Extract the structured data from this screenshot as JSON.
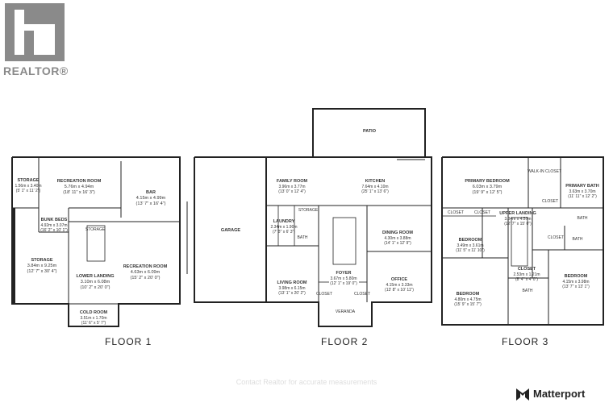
{
  "brand": {
    "realtor": "REALTOR®",
    "matterport": "Matterport"
  },
  "floors": {
    "f1": "FLOOR 1",
    "f2": "FLOOR 2",
    "f3": "FLOOR 3"
  },
  "watermark": "Contact Realtor for accurate measurements",
  "rooms": {
    "rec1_name": "RECREATION ROOM",
    "rec1_dim": "5.76m x 4.94m",
    "rec1_ft": "(18' 11\" x 16' 3\")",
    "storage_s_name": "STORAGE",
    "storage_s_dim": "1.56m x 3.40m",
    "storage_s_ft": "(5' 1\" x 11' 2\")",
    "bar_name": "BAR",
    "bar_dim": "4.15m x 4.99m",
    "bar_ft": "(13' 7\" x 16' 4\")",
    "bunk_name": "BUNK BEDS",
    "bunk_dim": "4.92m x 3.07m",
    "bunk_ft": "(16' 2\" x 10' 1\")",
    "storage_tiny": "STORAGE",
    "storage_b_name": "STORAGE",
    "storage_b_dim": "3.84m x 9.25m",
    "storage_b_ft": "(12' 7\" x 30' 4\")",
    "landing_name": "LOWER LANDING",
    "landing_dim": "3.10m x 6.08m",
    "landing_ft": "(10' 2\" x 20' 0\")",
    "rec2_name": "RECREATION ROOM",
    "rec2_dim": "4.63m x 6.09m",
    "rec2_ft": "(15' 2\" x 20' 0\")",
    "cold_name": "COLD ROOM",
    "cold_dim": "3.51m x 1.70m",
    "cold_ft": "(11' 6\" x 5' 7\")",
    "garage": "GARAGE",
    "patio": "PATIO",
    "family_name": "FAMILY ROOM",
    "family_dim": "3.96m x 3.77m",
    "family_ft": "(13' 0\" x 12' 4\")",
    "kitchen_name": "KITCHEN",
    "kitchen_dim": "7.64m x 4.10m",
    "kitchen_ft": "(25' 1\" x 13' 6\")",
    "laundry_name": "LAUNDRY",
    "laundry_dim": "2.34m x 1.90m",
    "laundry_ft": "(7' 8\" x 6' 3\")",
    "storage2": "STORAGE",
    "bath2": "BATH",
    "foyer_name": "FOYER",
    "foyer_dim": "3.67m x 5.80m",
    "foyer_ft": "(12' 1\" x 19' 0\")",
    "dining_name": "DINING ROOM",
    "dining_dim": "4.30m x 3.88m",
    "dining_ft": "(14' 1\" x 12' 9\")",
    "living_name": "LIVING ROOM",
    "living_dim": "3.98m x 6.15m",
    "living_ft": "(13' 1\" x 20' 2\")",
    "office_name": "OFFICE",
    "office_dim": "4.15m x 3.33m",
    "office_ft": "(13' 8\" x 10' 11\")",
    "closet_v1": "CLOSET",
    "closet_v2": "CLOSET",
    "veranda": "VERANDA",
    "primary_name": "PRIMARY BEDROOM",
    "primary_dim": "6.03m x 3.79m",
    "primary_ft": "(19' 9\" x 12' 5\")",
    "walkin": "WALK-IN CLOSET",
    "pbath_name": "PRIMARY BATH",
    "pbath_dim": "3.63m x 3.70m",
    "pbath_ft": "(11' 11\" x 12' 2\")",
    "closet3a": "CLOSET",
    "closet3b": "CLOSET",
    "closet3c": "CLOSET",
    "closet3d": "CLOSET",
    "upper_name": "UPPER LANDING",
    "upper_dim": "3.84m x 4.57m",
    "upper_ft": "(12' 7\" x 15' 0\")",
    "bed1_name": "BEDROOM",
    "bed1_dim": "3.49m x 3.61m",
    "bed1_ft": "(11' 5\" x 11' 10\")",
    "bath3a": "BATH",
    "bath3b": "BATH",
    "closet_sm_name": "CLOSET",
    "closet_sm_dim": "2.53m x 1.21m",
    "closet_sm_ft": "(8' 4\" x 4' 0\")",
    "bath3c": "BATH",
    "bed2_name": "BEDROOM",
    "bed2_dim": "4.80m x 4.75m",
    "bed2_ft": "(15' 9\" x 15' 7\")",
    "bed3_name": "BEDROOM",
    "bed3_dim": "4.15m x 3.98m",
    "bed3_ft": "(13' 7\" x 13' 1\")"
  }
}
